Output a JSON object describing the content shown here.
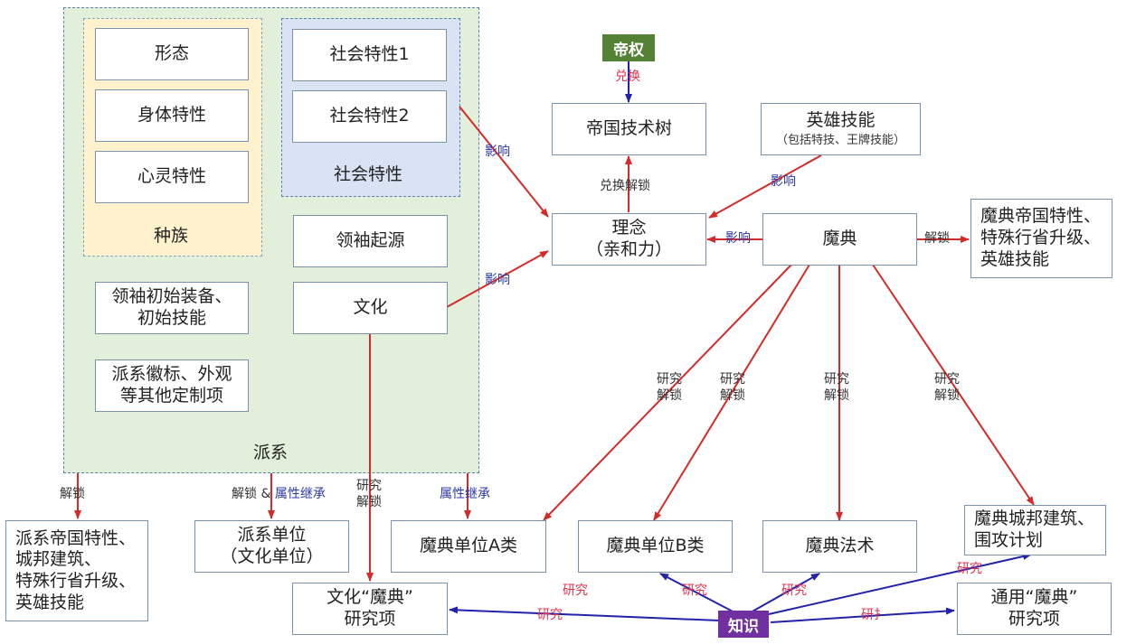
{
  "groups": {
    "faction": "派系",
    "race": "种族",
    "social": "社会特性"
  },
  "nodes": {
    "form": "形态",
    "body_trait": "身体特性",
    "mind_trait": "心灵特性",
    "social1": "社会特性1",
    "social2": "社会特性2",
    "leader_origin": "领袖起源",
    "leader_equip_l1": "领袖初始装备、",
    "leader_equip_l2": "初始技能",
    "culture": "文化",
    "emblem_l1": "派系徽标、外观",
    "emblem_l2": "等其他定制项",
    "emperor_power": "帝权",
    "tech_tree": "帝国技术树",
    "hero_skill": "英雄技能",
    "hero_skill_sub": "（包括特技、王牌技能）",
    "ideal_l1": "理念",
    "ideal_l2": "（亲和力）",
    "codex": "魔典",
    "codex_traits_l1": "魔典帝国特性、",
    "codex_traits_l2": "特殊行省升级、",
    "codex_traits_l3": "英雄技能",
    "faction_traits_l1": "派系帝国特性、",
    "faction_traits_l2": "城邦建筑、",
    "faction_traits_l3": "特殊行省升级、",
    "faction_traits_l4": "英雄技能",
    "faction_unit_l1": "派系单位",
    "faction_unit_l2": "（文化单位）",
    "codex_unit_a": "魔典单位A类",
    "codex_unit_b": "魔典单位B类",
    "codex_spell": "魔典法术",
    "codex_city_l1": "魔典城邦建筑、",
    "codex_city_l2": "围攻计划",
    "culture_research_l1": "文化“魔典”",
    "culture_research_l2": "研究项",
    "general_research_l1": "通用“魔典”",
    "general_research_l2": "研究项",
    "knowledge": "知识"
  },
  "edge_labels": {
    "influence": "影响",
    "exchange": "兑换",
    "exchange_unlock": "兑换解锁",
    "unlock": "解锁",
    "research": "研究",
    "unlock2": "解锁",
    "research_unlock_1": "研究",
    "research_unlock_2": "解锁",
    "unlock_and": "解锁 &",
    "attr_inherit": "属性继承",
    "fragment": "研扌"
  },
  "colors": {
    "arrow_red": "#d42a2a",
    "arrow_blue": "#2222aa",
    "label_red": "#e0304e",
    "label_blue": "#2b39a8",
    "faction_bg": "#e2efda",
    "race_bg": "#fff2cc",
    "social_bg": "#dae3f3",
    "emperor_tag": "#548235",
    "knowledge_tag": "#7030a0"
  }
}
